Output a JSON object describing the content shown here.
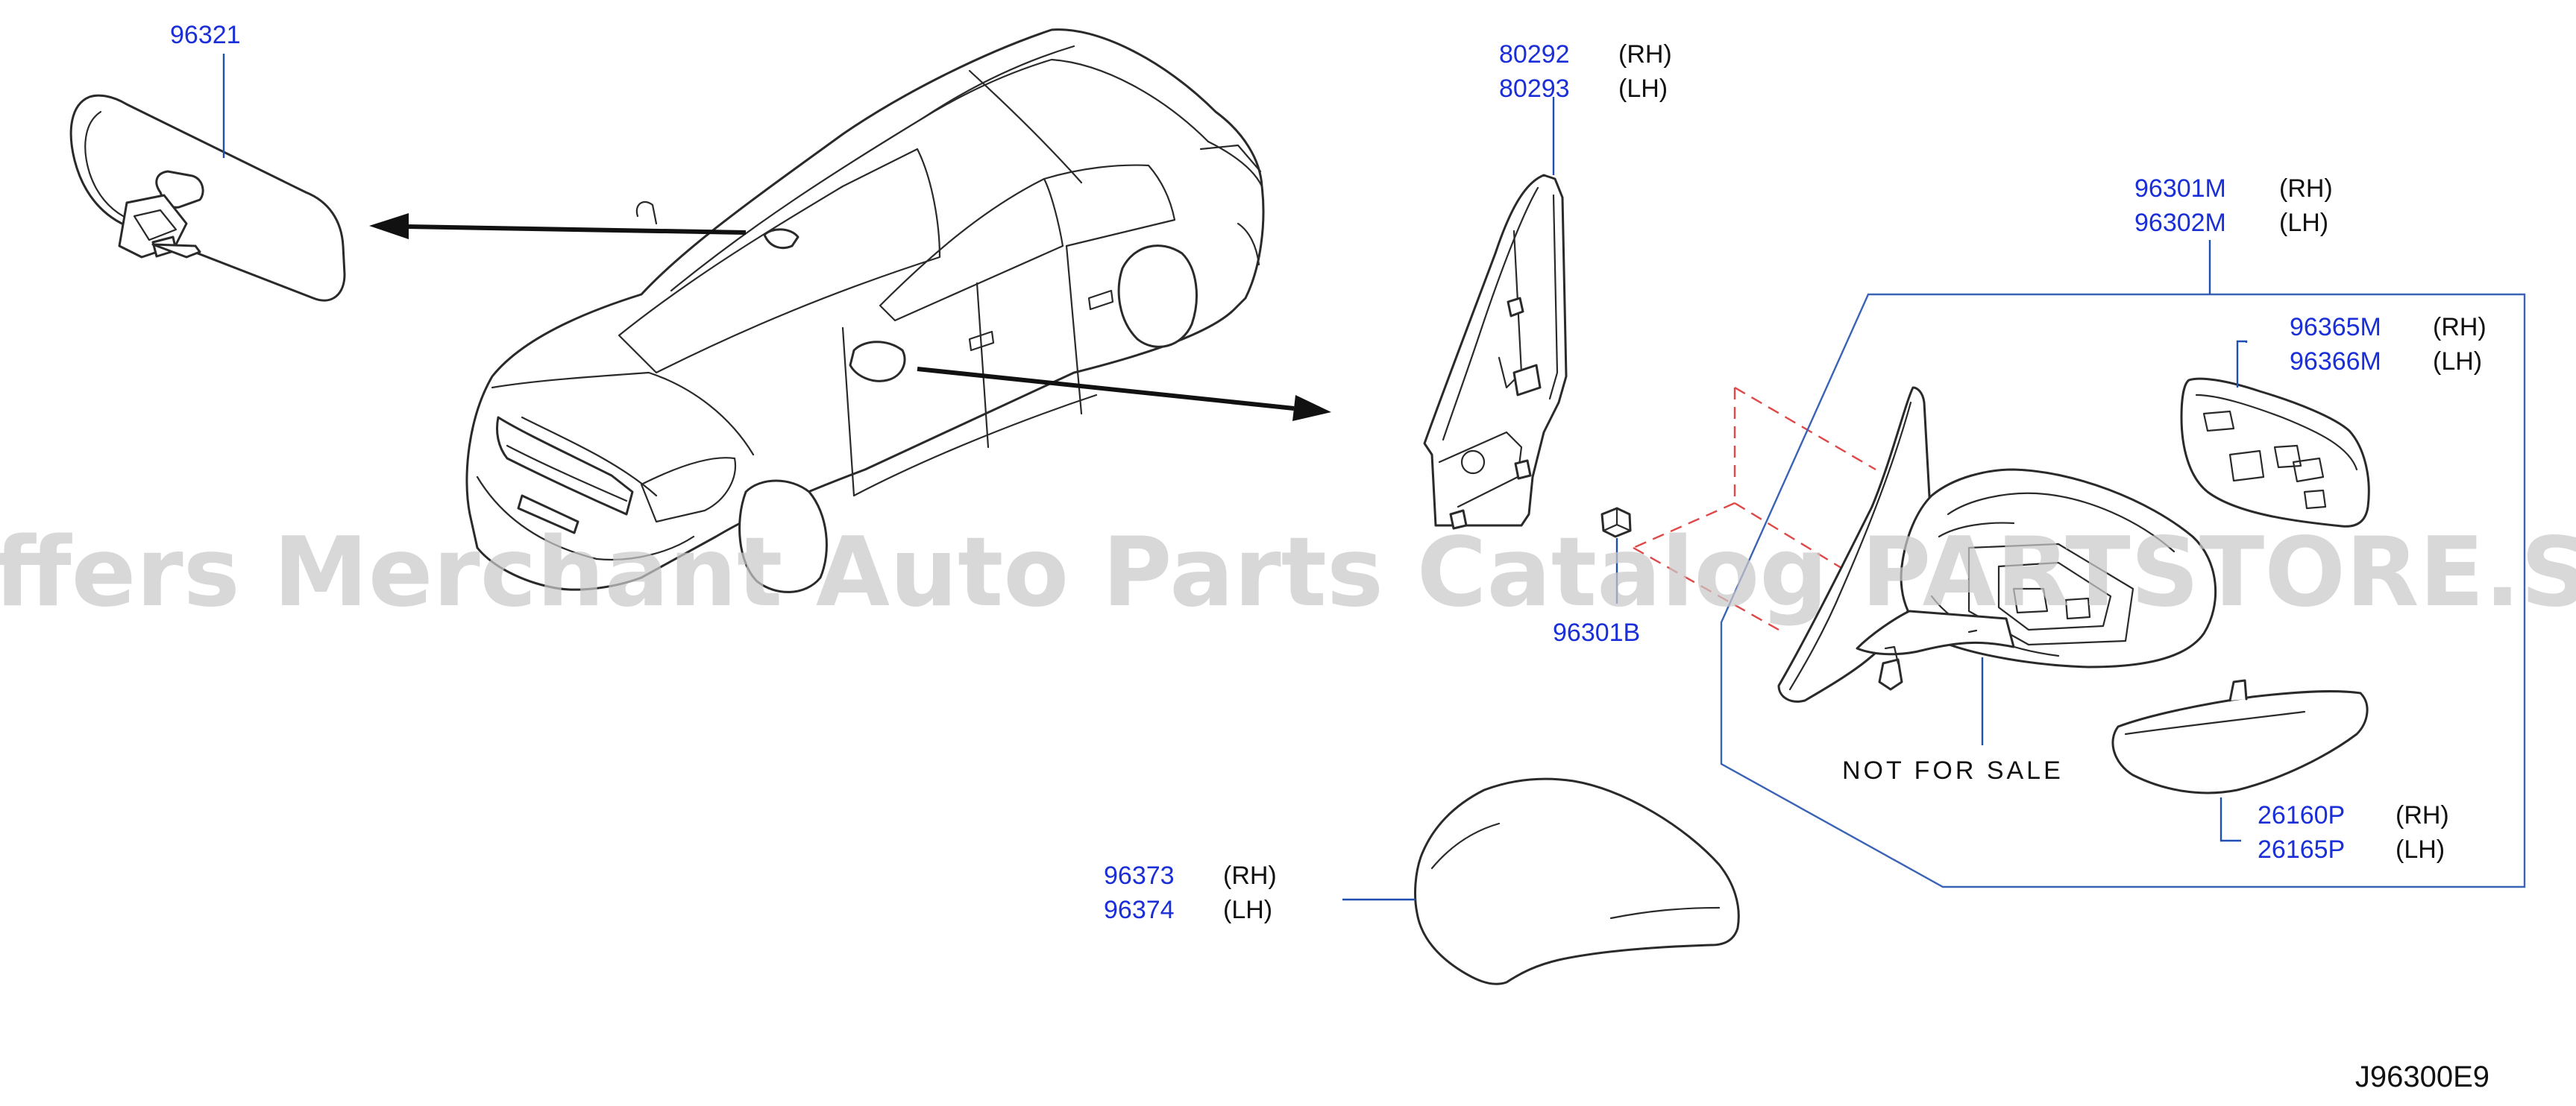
{
  "watermark": "Offers Merchant Auto Parts Catalog PARTSTORE.SA",
  "diagram_code": "J96300E9",
  "note": "NOT FOR SALE",
  "callouts": {
    "inside_mirror": {
      "pn": "96321"
    },
    "corner_finisher": {
      "pn_rh": "80292",
      "side_rh": "(RH)",
      "pn_lh": "80293",
      "side_lh": "(LH)"
    },
    "door_mirror": {
      "pn_rh": "96301M",
      "side_rh": "(RH)",
      "pn_lh": "96302M",
      "side_lh": "(LH)"
    },
    "mirror_glass": {
      "pn_rh": "96365M",
      "side_rh": "(RH)",
      "pn_lh": "96366M",
      "side_lh": "(LH)"
    },
    "nut": {
      "pn": "96301B"
    },
    "turn_lamp": {
      "pn_rh": "26160P",
      "side_rh": "(RH)",
      "pn_lh": "26165P",
      "side_lh": "(LH)"
    },
    "mirror_cover": {
      "pn_rh": "96373",
      "side_rh": "(RH)",
      "pn_lh": "96374",
      "side_lh": "(LH)"
    }
  }
}
